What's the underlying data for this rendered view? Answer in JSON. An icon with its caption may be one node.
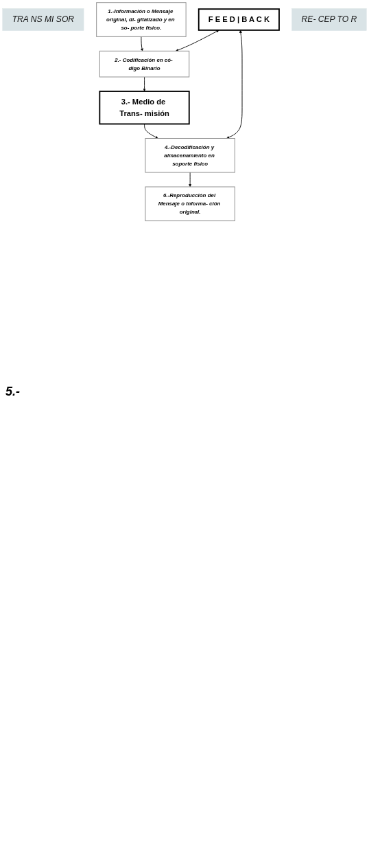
{
  "diagram": {
    "nodes": [
      {
        "text": [
          "TRA NS MI SOR"
        ]
      },
      {
        "text": [
          "1.-Información o Mensaje original, di- gitalizado y en so- porte físico."
        ]
      },
      {
        "text": [
          "2.- Codificación en có- digo Binario"
        ]
      },
      {
        "text": [
          "3.- Medio de Trans- misión"
        ]
      },
      {
        "text": [
          "F E E D | B A C K"
        ]
      },
      {
        "text": [
          "4.-Decodificación y almacenamiento en soporte físico"
        ]
      },
      {
        "text": [
          "RE- CEP TO R"
        ]
      },
      {
        "text": [
          "6.-Reproducción del Mensaje o Informa- ción original."
        ]
      }
    ],
    "edges": [
      {
        "from": 1,
        "to": 2,
        "arrow": "to"
      },
      {
        "from": 2,
        "to": 3,
        "arrow": "to"
      },
      {
        "from": 3,
        "to": 5,
        "arrow": "to"
      },
      {
        "from": 5,
        "to": 7,
        "arrow": "to"
      },
      {
        "from": 4,
        "to": 2,
        "arrow": "both"
      },
      {
        "from": 4,
        "to": 5,
        "arrow": "both"
      }
    ],
    "labels": [
      "5.-"
    ]
  }
}
